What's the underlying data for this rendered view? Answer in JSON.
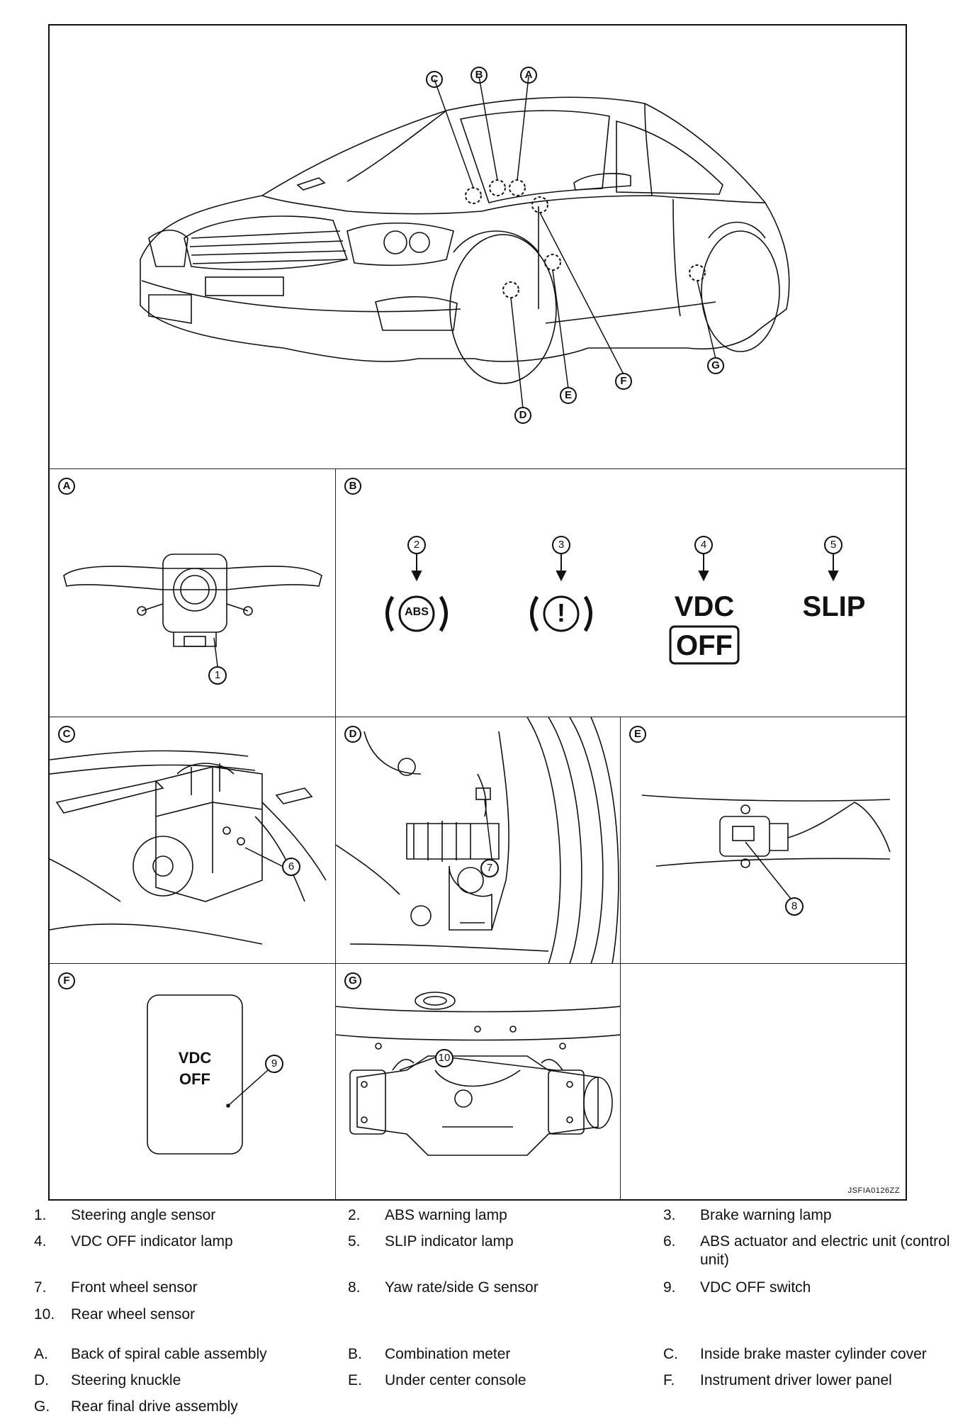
{
  "figure": {
    "code": "JSFIA0126ZZ",
    "overview_callouts": [
      "A",
      "B",
      "C",
      "D",
      "E",
      "F",
      "G"
    ],
    "panels": [
      {
        "label": "A",
        "items": [
          "1"
        ]
      },
      {
        "label": "B",
        "items": [
          "2",
          "3",
          "4",
          "5"
        ]
      },
      {
        "label": "C",
        "items": [
          "6"
        ]
      },
      {
        "label": "D",
        "items": [
          "7"
        ]
      },
      {
        "label": "E",
        "items": [
          "8"
        ]
      },
      {
        "label": "F",
        "items": [
          "9"
        ]
      },
      {
        "label": "G",
        "items": [
          "10"
        ]
      }
    ],
    "lamps": {
      "abs": "ABS",
      "brake": "!",
      "vdc": "VDC",
      "vdc_off": "OFF",
      "slip": "SLIP"
    },
    "switch": {
      "line1": "VDC",
      "line2": "OFF"
    }
  },
  "legend": {
    "numbered": [
      {
        "key": "1.",
        "text": "Steering angle sensor"
      },
      {
        "key": "2.",
        "text": "ABS warning lamp"
      },
      {
        "key": "3.",
        "text": "Brake warning lamp"
      },
      {
        "key": "4.",
        "text": "VDC OFF indicator lamp"
      },
      {
        "key": "5.",
        "text": "SLIP indicator lamp"
      },
      {
        "key": "6.",
        "text": "ABS actuator and electric unit (control unit)"
      },
      {
        "key": "7.",
        "text": "Front wheel sensor"
      },
      {
        "key": "8.",
        "text": "Yaw rate/side G sensor"
      },
      {
        "key": "9.",
        "text": "VDC OFF switch"
      },
      {
        "key": "10.",
        "text": "Rear wheel sensor"
      }
    ],
    "lettered": [
      {
        "key": "A.",
        "text": "Back of spiral cable assembly"
      },
      {
        "key": "B.",
        "text": "Combination meter"
      },
      {
        "key": "C.",
        "text": "Inside brake master cylinder cover"
      },
      {
        "key": "D.",
        "text": "Steering knuckle"
      },
      {
        "key": "E.",
        "text": "Under center console"
      },
      {
        "key": "F.",
        "text": "Instrument driver lower panel"
      },
      {
        "key": "G.",
        "text": "Rear final drive assembly"
      }
    ]
  }
}
